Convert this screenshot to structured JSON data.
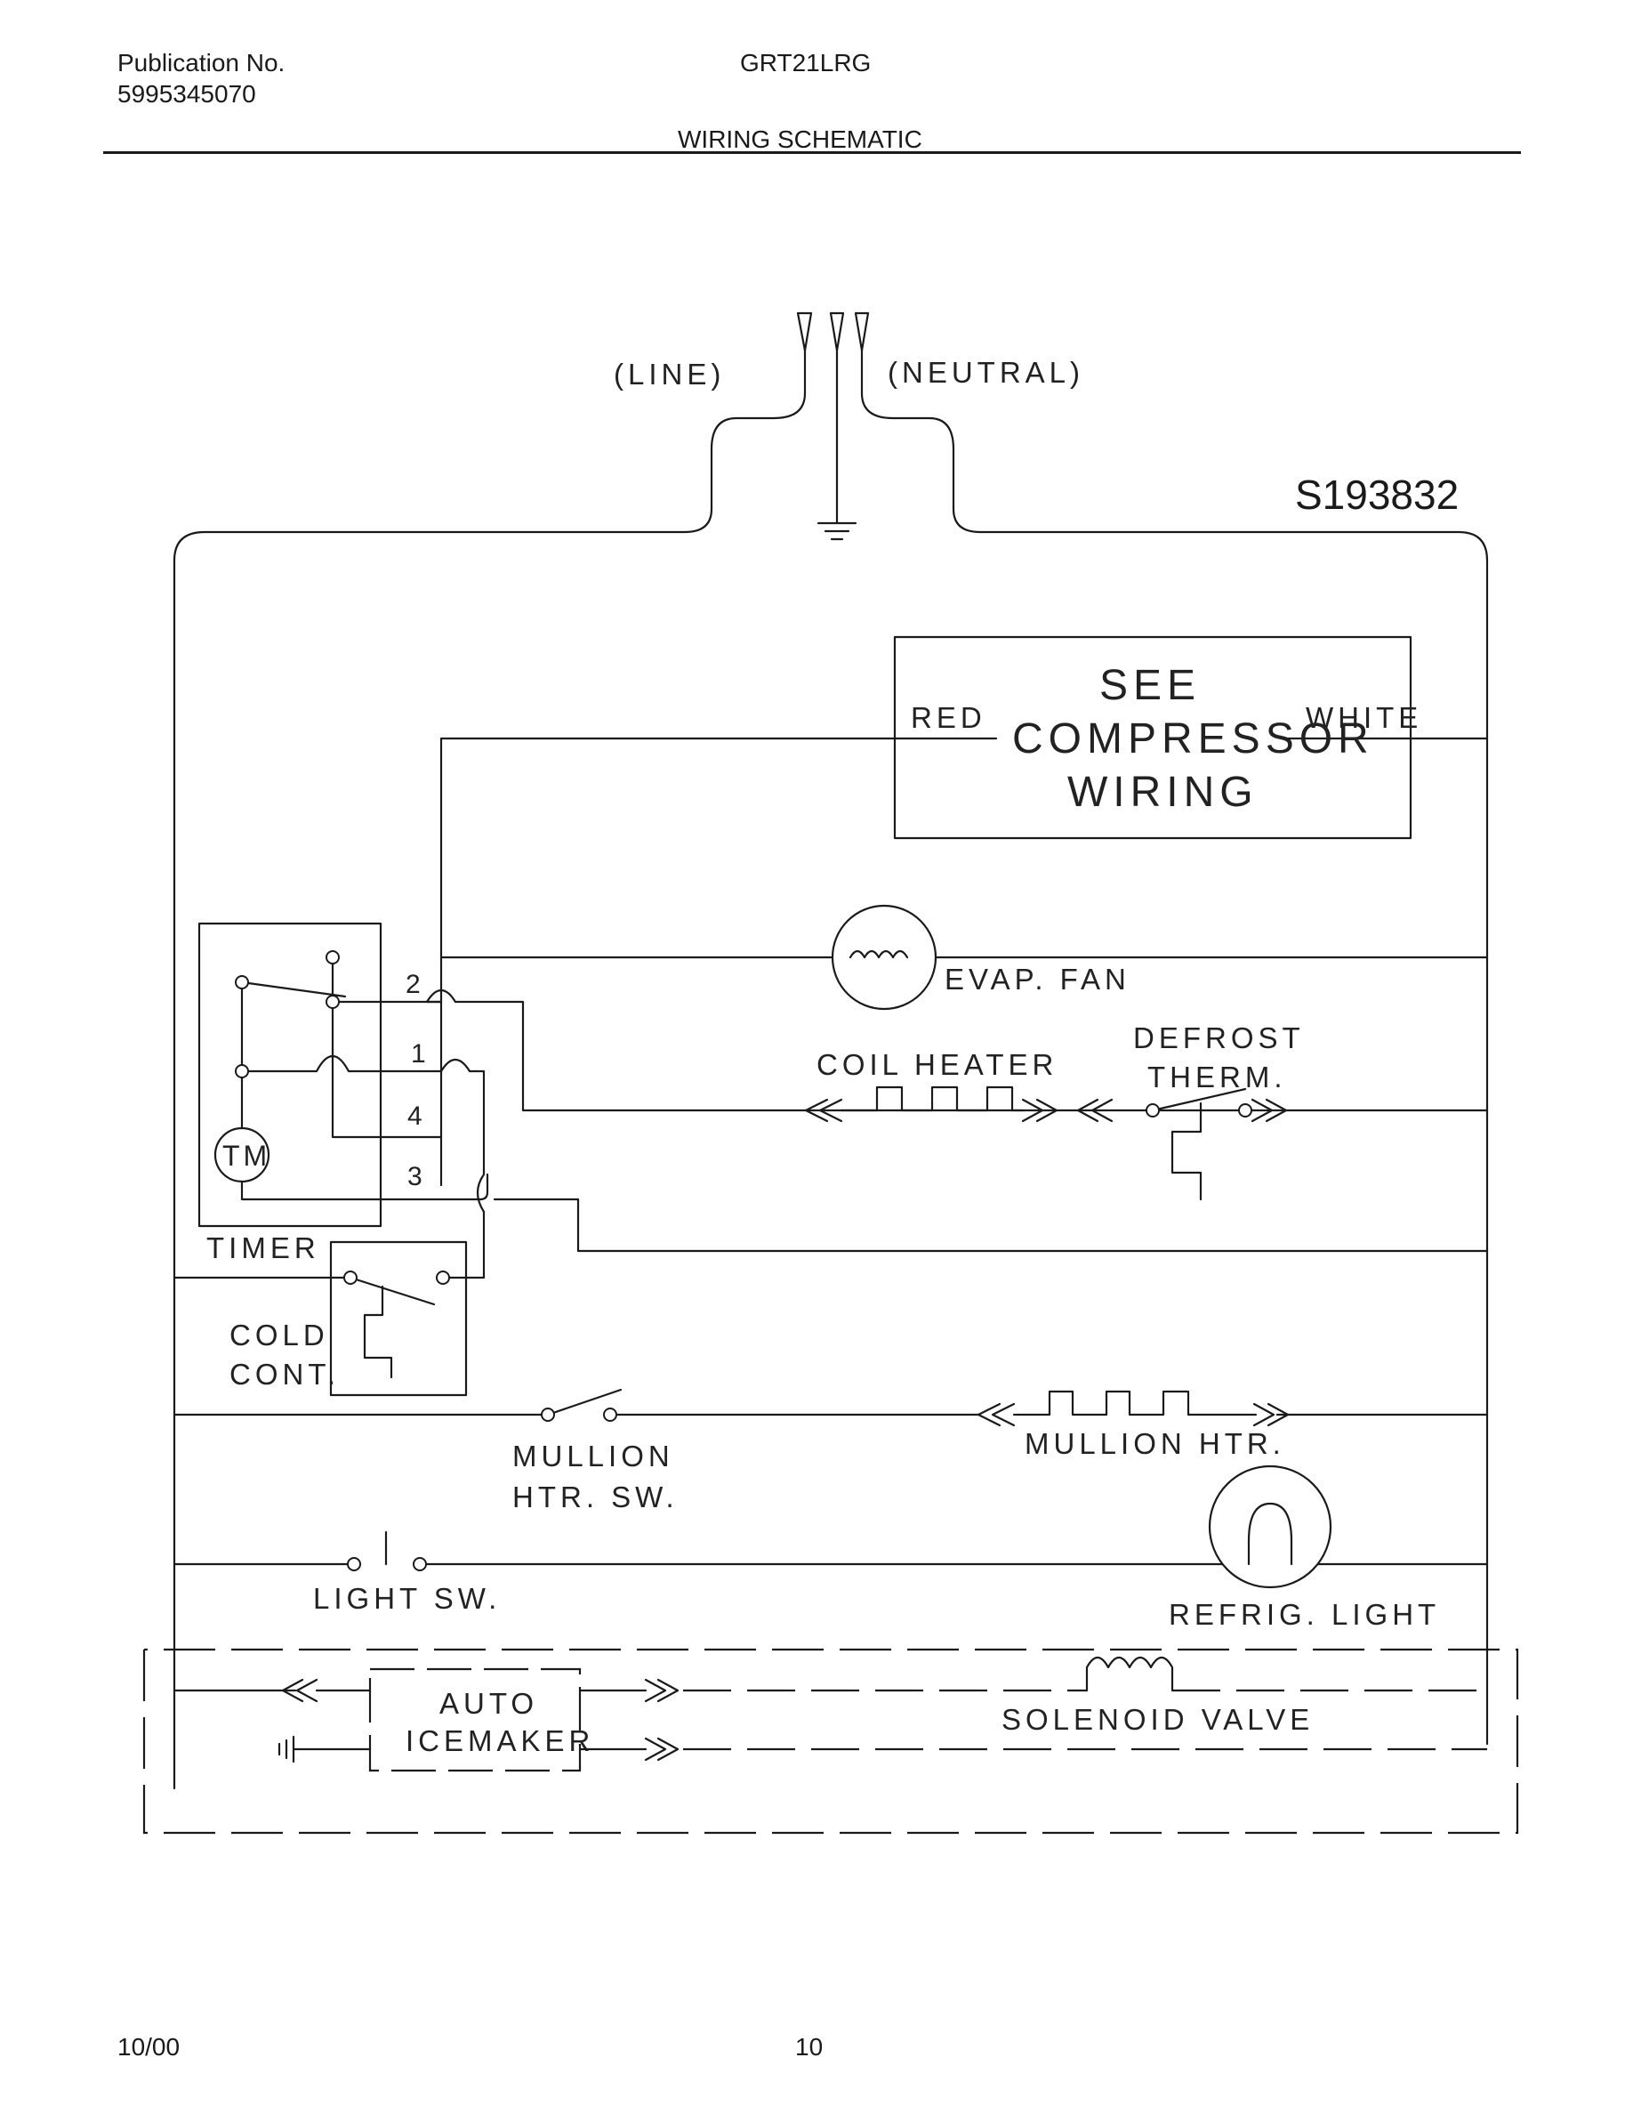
{
  "header": {
    "pub_label": "Publication No.",
    "pub_number": "5995345070",
    "model": "GRT21LRG",
    "section": "WIRING SCHEMATIC"
  },
  "footer": {
    "date": "10/00",
    "page": "10"
  },
  "diagram": {
    "drawing_number": "S193832",
    "labels": {
      "line": "(LINE)",
      "neutral": "(NEUTRAL)",
      "red": "RED",
      "white": "WHITE",
      "see": "SEE",
      "compressor": "COMPRESSOR",
      "wiring": "WIRING",
      "evap_fan": "EVAP. FAN",
      "coil_heater": "COIL HEATER",
      "defrost": "DEFROST",
      "therm": "THERM.",
      "timer": "TIMER",
      "tm": "TM",
      "cold": "COLD",
      "cont": "CONT.",
      "mullion_htr_sw_1": "MULLION",
      "mullion_htr_sw_2": "HTR. SW.",
      "mullion_htr": "MULLION HTR.",
      "light_sw": "LIGHT SW.",
      "refrig_light": "REFRIG. LIGHT",
      "auto": "AUTO",
      "icemaker": "ICEMAKER",
      "solenoid_valve": "SOLENOID VALVE",
      "terminal_2": "2",
      "terminal_1": "1",
      "terminal_4": "4",
      "terminal_3": "3"
    }
  }
}
